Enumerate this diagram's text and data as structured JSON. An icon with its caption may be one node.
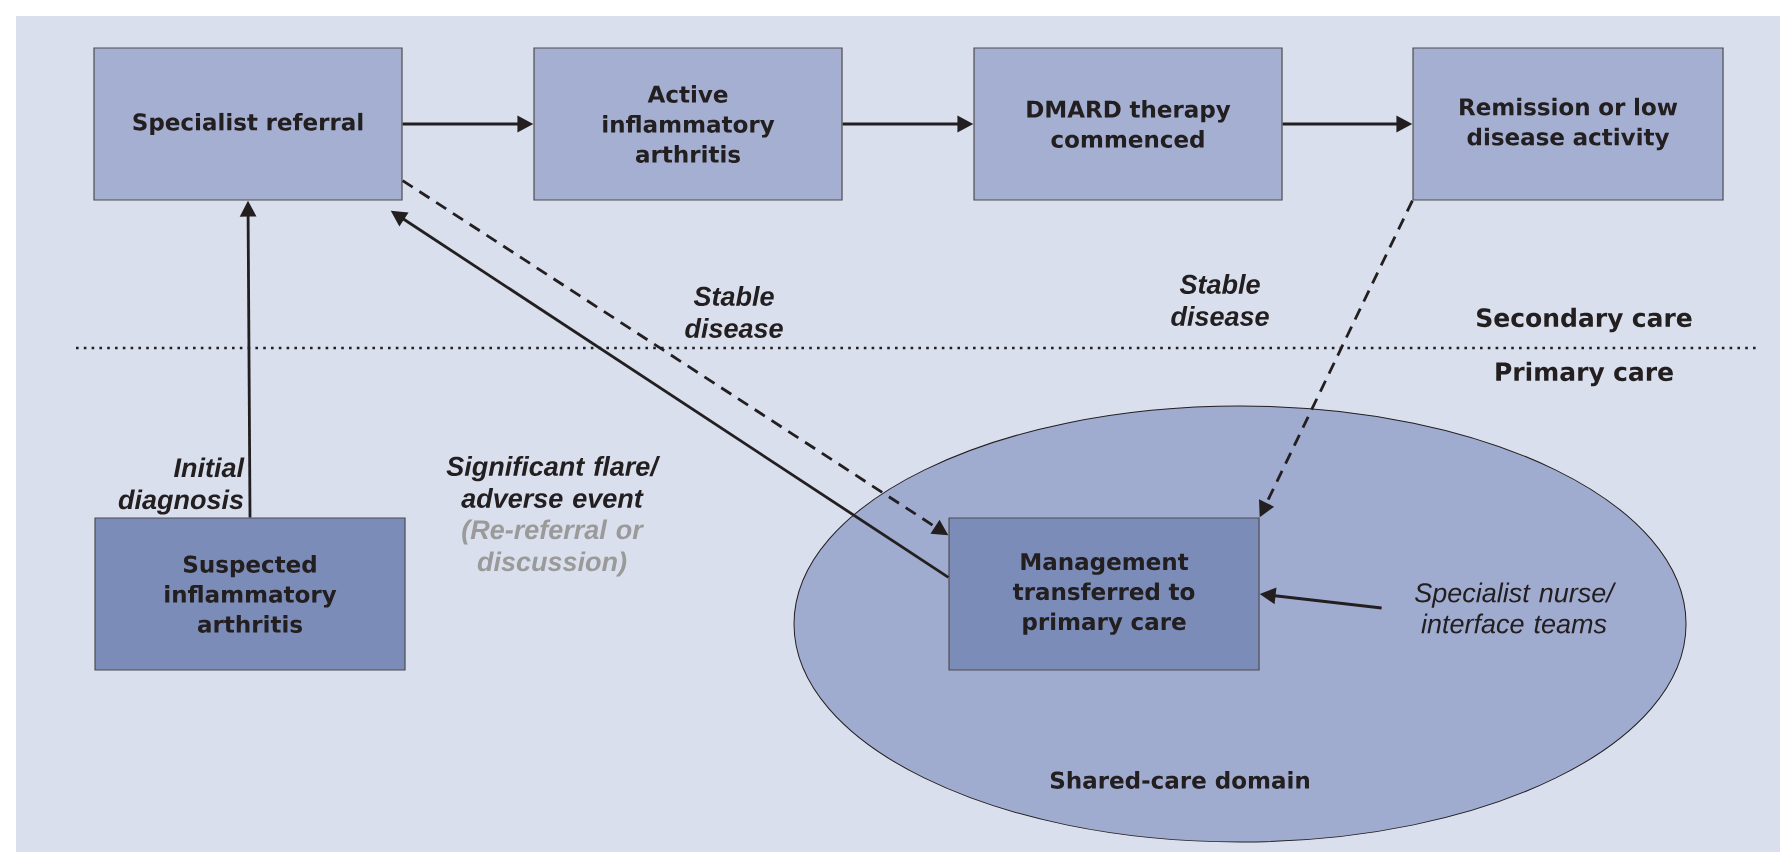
{
  "diagram": {
    "nodes": [
      {
        "text": [
          "Specialist referral"
        ]
      },
      {
        "text": [
          "Active inflammatory arthritis"
        ]
      },
      {
        "text": [
          "DMARD therapy commenced"
        ]
      },
      {
        "text": [
          "Remission or low disease activity"
        ]
      },
      {
        "text": [
          "Suspected inflammatory arthritis"
        ]
      },
      {
        "text": [
          "Shared-care domain"
        ]
      },
      {
        "text": [
          "Management transferred to primary care"
        ],
        "in": 5
      },
      {
        "text": [
          "Specialist nurse/ interface teams"
        ],
        "in": 5
      }
    ],
    "edges": [
      {
        "from": 0,
        "to": 1,
        "arrow": "to"
      },
      {
        "from": 1,
        "to": 2,
        "arrow": "to"
      },
      {
        "from": 2,
        "to": 3,
        "arrow": "to"
      },
      {
        "from": 4,
        "to": 0,
        "arrow": "to",
        "label": "Initial diagnosis"
      },
      {
        "from": 6,
        "to": 0,
        "arrow": "to",
        "label": "Significant flare/ adverse event"
      },
      {
        "from": 0,
        "to": 6,
        "arrow": "to",
        "style": "dashed",
        "label": "Stable disease"
      },
      {
        "from": 3,
        "to": 6,
        "arrow": "to",
        "style": "dashed",
        "label": "Stable disease"
      },
      {
        "from": 7,
        "to": 6,
        "arrow": "to"
      }
    ],
    "labels": [
      "(Re-referral or discussion)",
      "Secondary care",
      "Primary care"
    ]
  }
}
